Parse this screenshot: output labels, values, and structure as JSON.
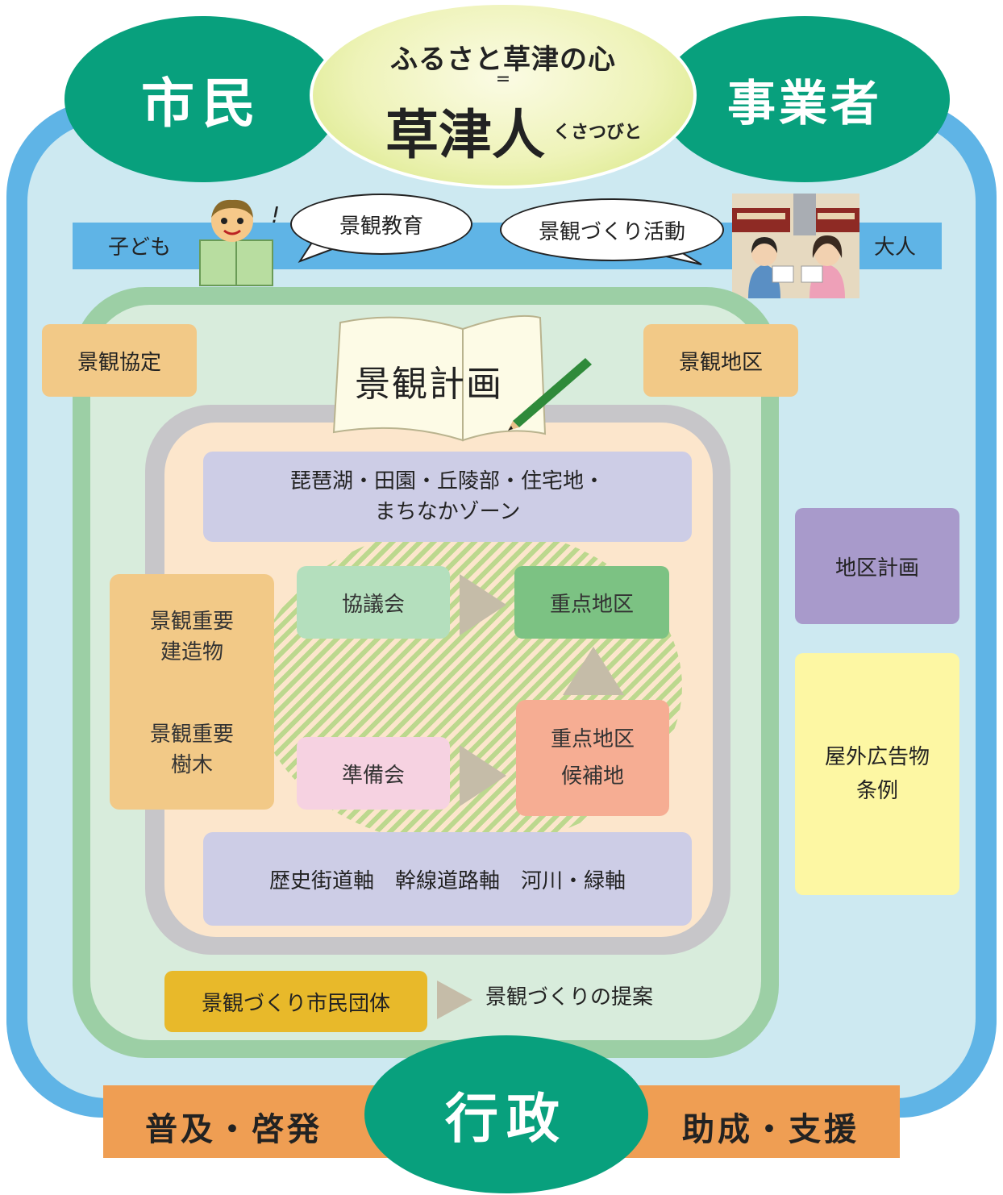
{
  "header": {
    "citizen": "市民",
    "business": "事業者",
    "heart": "ふるさと草津の心",
    "equals": "=",
    "kusatsubito": "草津人",
    "kusatsubito_ruby": "くさつびと"
  },
  "strip": {
    "child": "子ども",
    "adult": "大人",
    "exclamation": "!",
    "education": "景観教育",
    "activity": "景観づくり活動"
  },
  "plan": {
    "agreement": "景観協定",
    "district": "景観地区",
    "title": "景観計画",
    "zones_line1": "琵琶湖・田園・丘陵部・住宅地・",
    "zones_line2": "まちなかゾーン",
    "council": "協議会",
    "priority_district": "重点地区",
    "prep_council": "準備会",
    "candidate_line1": "重点地区",
    "candidate_line2": "候補地",
    "axes": "歴史街道軸　幹線道路軸　河川・緑軸",
    "important_structure_line1": "景観重要",
    "important_structure_line2": "建造物",
    "important_tree_line1": "景観重要",
    "important_tree_line2": "樹木",
    "citizen_group": "景観づくり市民団体",
    "proposal": "景観づくりの提案"
  },
  "right": {
    "district_plan": "地区計画",
    "outdoor_ad_line1": "屋外広告物",
    "outdoor_ad_line2": "条例"
  },
  "bottom": {
    "government": "行政",
    "promotion": "普及・啓発",
    "support": "助成・支援"
  },
  "colors": {
    "outer_frame": "#5fb4e6",
    "ellipse_green": "#08a07d",
    "green_ring": "#9ccfa5",
    "peach": "#fce6cc",
    "bottom_bar": "#ef9e53"
  }
}
